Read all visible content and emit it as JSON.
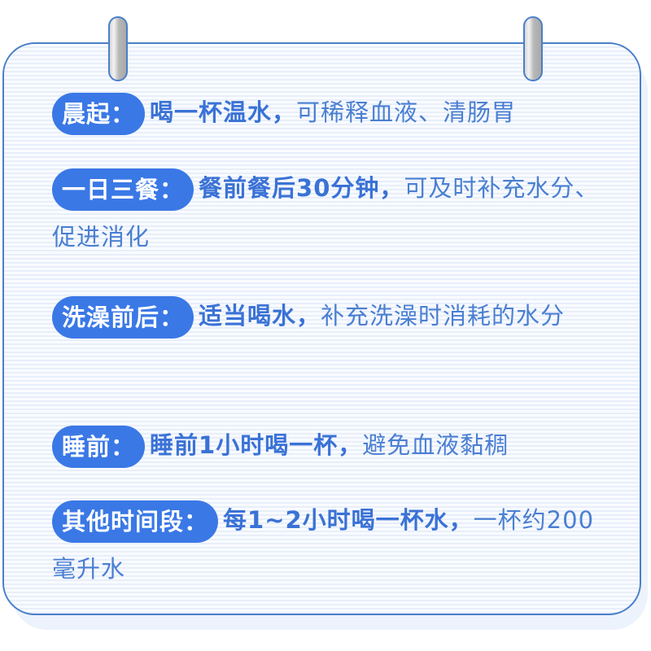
{
  "card": {
    "items": [
      {
        "label": "晨起：",
        "bold": "喝一杯温水，",
        "normal": "可稀释血液、清肠胃"
      },
      {
        "label": "一日三餐：",
        "bold": "餐前餐后30分钟，",
        "normal": "可及时补充水分、促进消化"
      },
      {
        "label": "洗澡前后：",
        "bold": "适当喝水，",
        "normal": "补充洗澡时消耗的水分"
      },
      {
        "label": "睡前：",
        "bold": "睡前1小时喝一杯，",
        "normal": "避免血液黏稠"
      },
      {
        "label": "其他时间段：",
        "bold": "每1~2小时喝一杯水，",
        "normal": "一杯约200毫升水"
      }
    ]
  },
  "colors": {
    "accent": "#3a78e6",
    "text": "#3d76d4",
    "border": "#4a7fc9"
  }
}
